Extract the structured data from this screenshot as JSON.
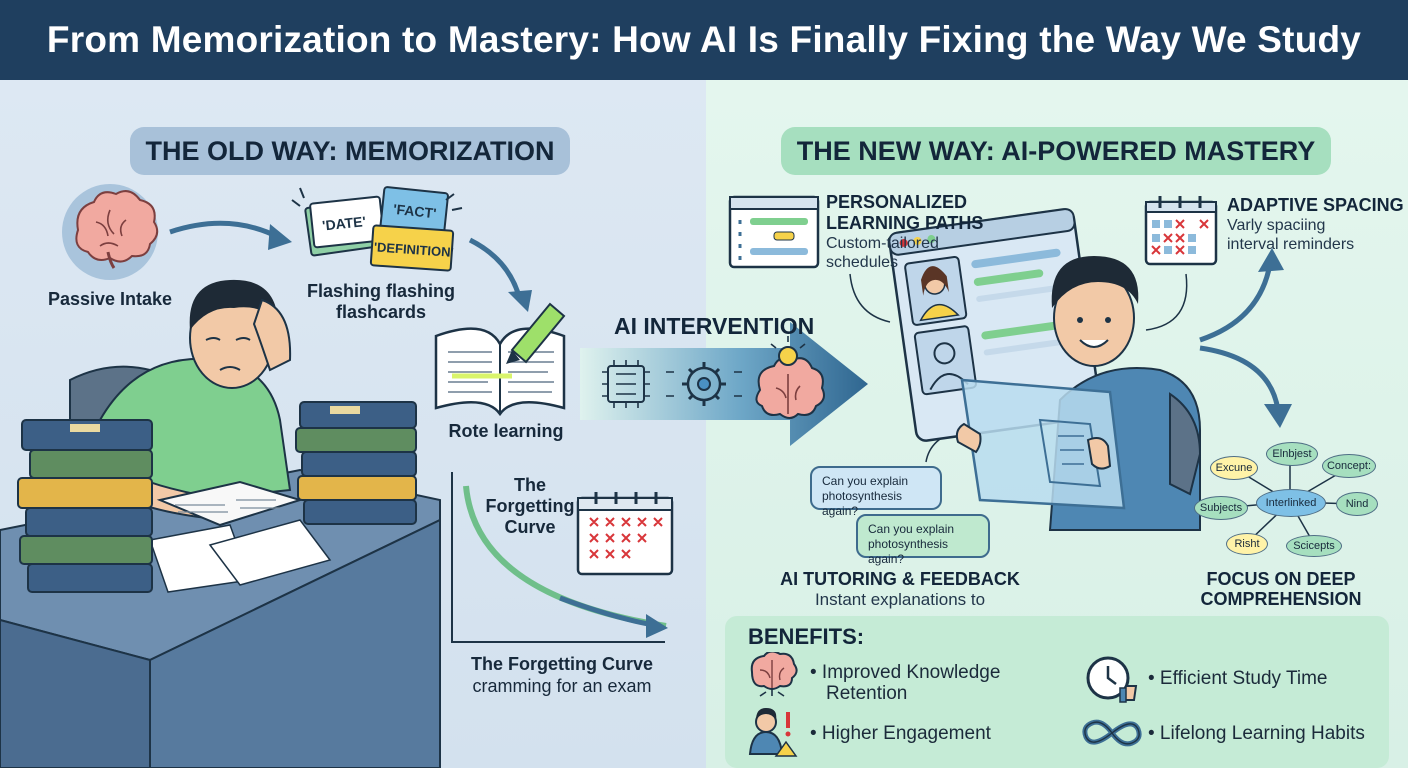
{
  "title": "From Memorization to Mastery: How AI Is Finally Fixing the Way We Study",
  "old_way": {
    "heading": "THE OLD WAY: MEMORIZATION",
    "passive_intake": "Passive Intake",
    "flashcards_label_1": "Flashing flashing",
    "flashcards_label_2": "flashcards",
    "cards": [
      "'DATE'",
      "'FACT'",
      "'DEFINITION'"
    ],
    "rote_learning": "Rote learning",
    "forgetting_curve_inset_1": "The",
    "forgetting_curve_inset_2": "Forgetting",
    "forgetting_curve_inset_3": "Curve",
    "forgetting_curve_title": "The Forgetting Curve",
    "forgetting_curve_caption": "cramming for an exam"
  },
  "intervention": {
    "label": "AI INTERVENTION"
  },
  "new_way": {
    "heading": "THE NEW WAY: AI-POWERED MASTERY",
    "personalized_title_1": "PERSONALIZED",
    "personalized_title_2": "LEARNING PATHS",
    "personalized_desc_1": "Custom-tailored",
    "personalized_desc_2": "schedules",
    "adaptive_title": "ADAPTIVE SPACING",
    "adaptive_desc_1": "Varly spaciing",
    "adaptive_desc_2": "interval reminders",
    "bubble_1_line_1": "Can you explain",
    "bubble_1_line_2": "photosynthesis again?",
    "bubble_2_line_1": "Can you explain",
    "bubble_2_line_2": "photosynthesis again?",
    "tutoring_title": "AI TUTORING & FEEDBACK",
    "tutoring_desc": "Instant explanations to",
    "focus_title_1": "FOCUS ON DEEP",
    "focus_title_2": "COMPREHENSION",
    "concept_map": {
      "center": "Interlinked",
      "nodes": [
        "Excune",
        "Elnbjest",
        "Concept:",
        "Subjects",
        "Nind",
        "Risht",
        "Scicepts"
      ]
    }
  },
  "benefits": {
    "title": "BENEFITS:",
    "items": [
      {
        "line_1": "• Improved Knowledge",
        "line_2": "Retention",
        "icon": "brain-icon"
      },
      {
        "line_1": "• Efficient Study Time",
        "icon": "clock-icon"
      },
      {
        "line_1": "• Higher Engagement",
        "icon": "student-alert-icon"
      },
      {
        "line_1": "• Lifelong Learning Habits",
        "icon": "infinity-icon"
      }
    ]
  },
  "colors": {
    "header_bg": "#1f3f5f",
    "old_heading_bg": "#a8c1d9",
    "new_heading_bg": "#a6dfbf",
    "arrow": "#3d6f95",
    "accent_green": "#6fbf8a",
    "red_x": "#d8363a"
  }
}
